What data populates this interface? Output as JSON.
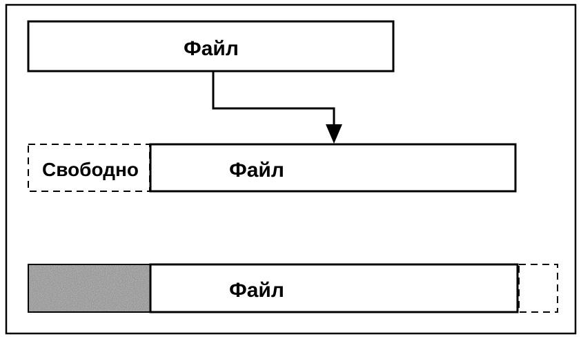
{
  "row1": {
    "file_label": "Файл"
  },
  "row2": {
    "free_label": "Свободно",
    "file_label": "Файл"
  },
  "row3": {
    "file_label": "Файл"
  },
  "colors": {
    "line": "#000000",
    "background": "#ffffff",
    "noise_dark": "#2a2a2a",
    "noise_light": "#9a9a9a"
  }
}
